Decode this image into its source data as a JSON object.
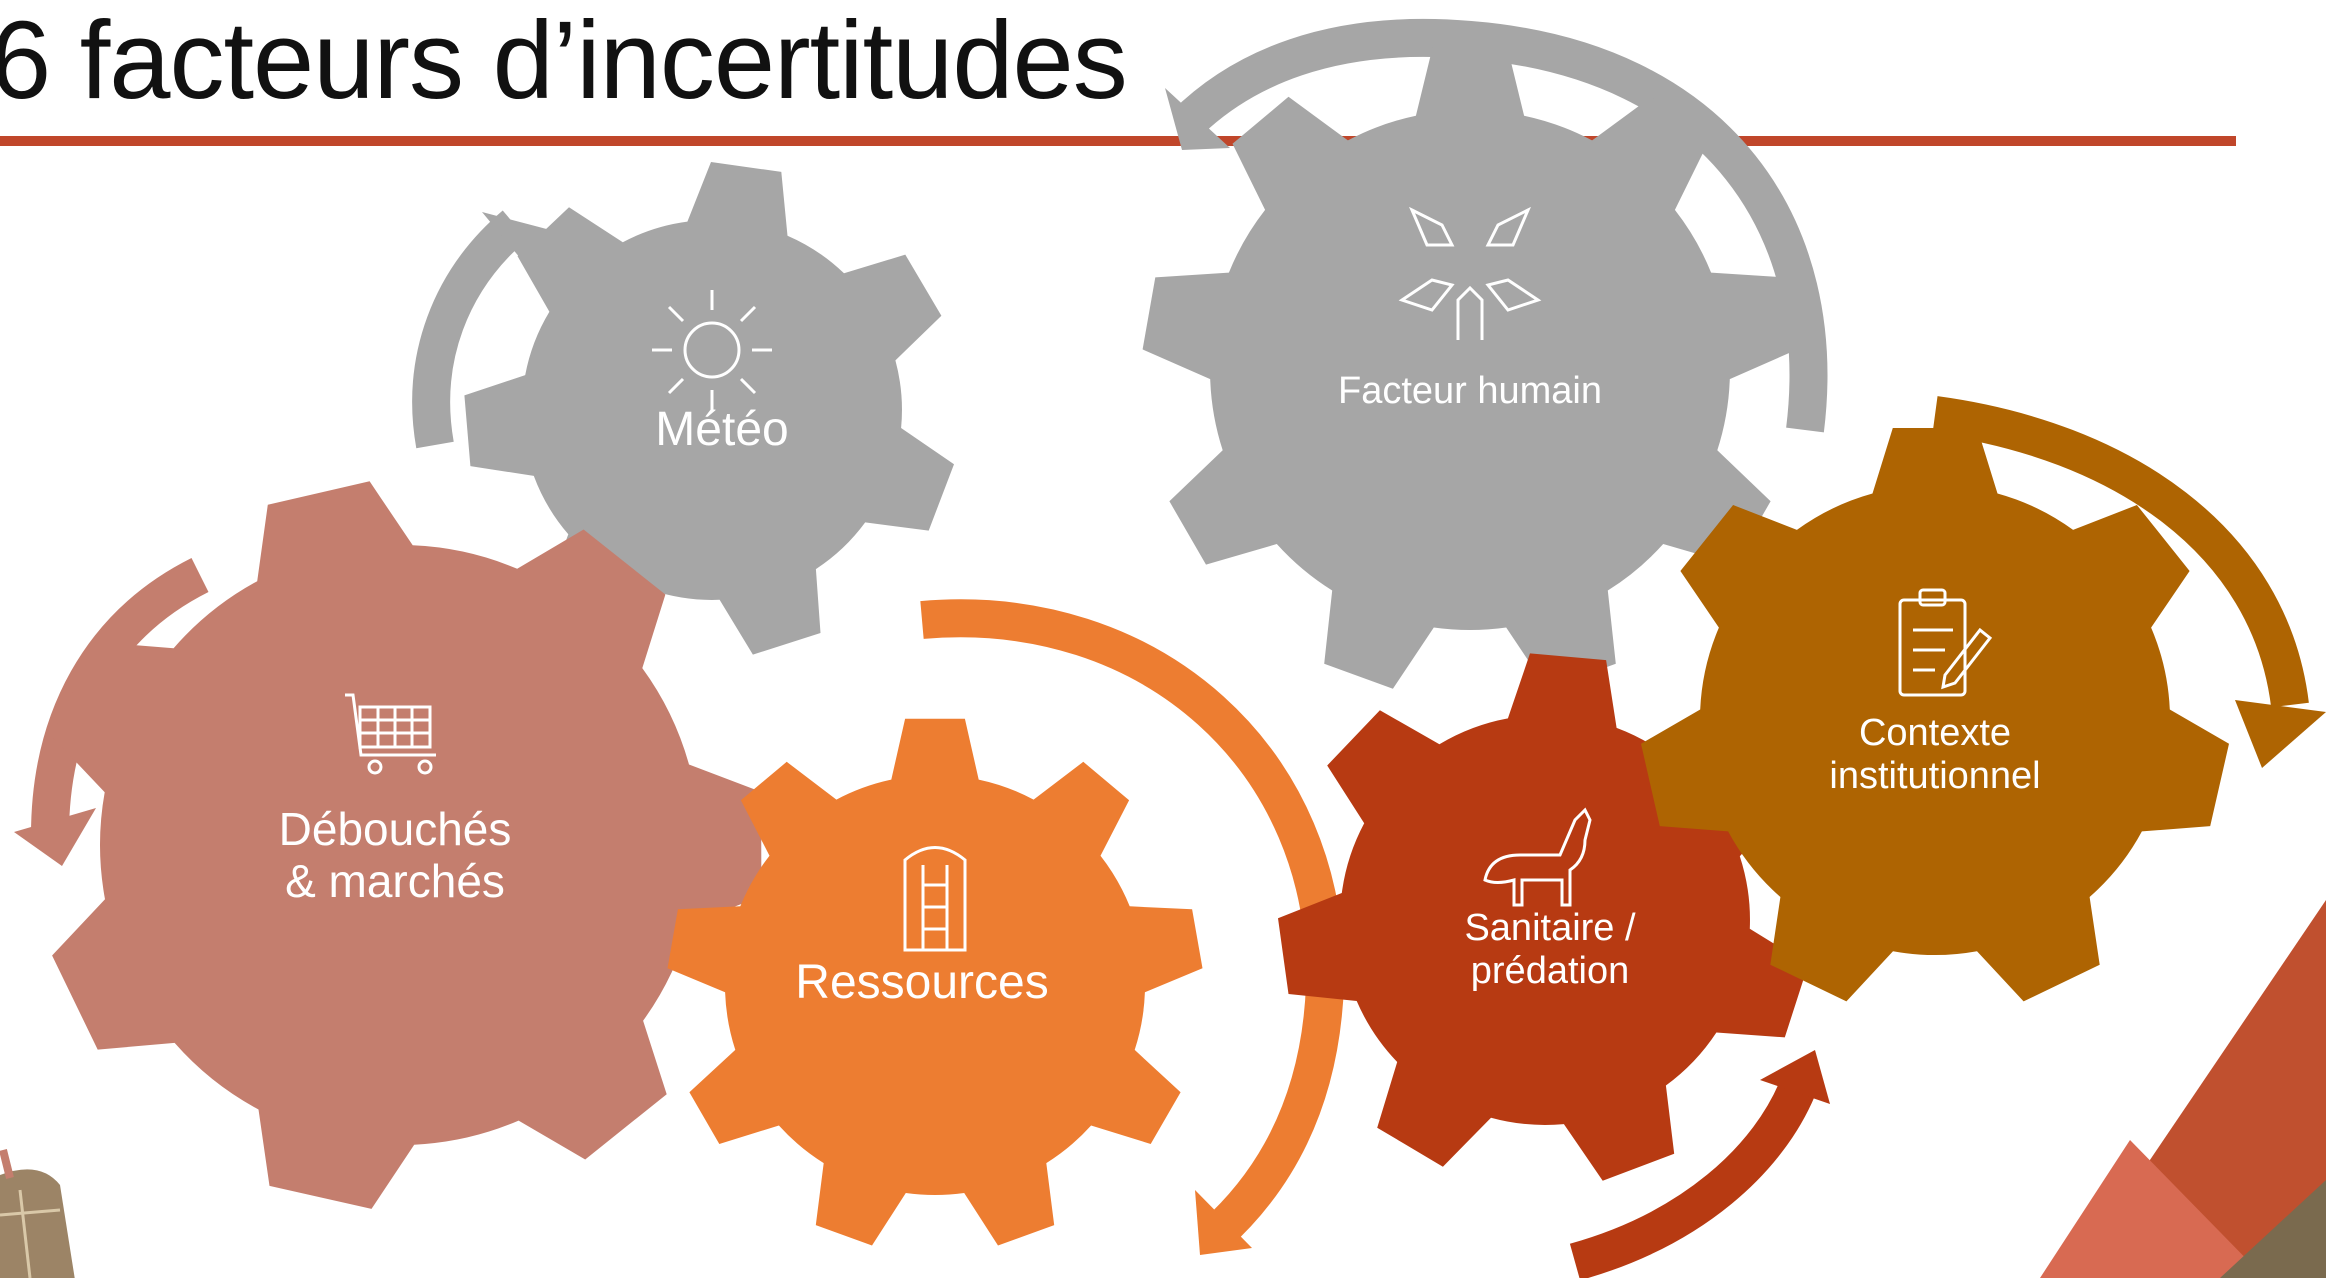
{
  "slide": {
    "title": "6 facteurs d’incertitudes"
  },
  "colors": {
    "title_rule": "#c0462a",
    "meteo": "#a6a6a6",
    "facteur_humain": "#a6a6a6",
    "debouches": "#c47e6e",
    "ressources": "#ed7d31",
    "sanitaire": "#b73a12",
    "contexte": "#ae6402"
  },
  "gears": [
    {
      "id": "meteo",
      "icon": "sun-icon",
      "lines": [
        "Météo"
      ]
    },
    {
      "id": "facteur-humain",
      "icon": "hands-icon",
      "lines": [
        "Facteur humain"
      ]
    },
    {
      "id": "debouches",
      "icon": "shopping-cart-icon",
      "lines": [
        "Débouchés",
        "& marchés"
      ]
    },
    {
      "id": "ressources",
      "icon": "silo-icon",
      "lines": [
        "Ressources"
      ]
    },
    {
      "id": "sanitaire",
      "icon": "wolf-icon",
      "lines": [
        "Sanitaire /",
        "prédation"
      ]
    },
    {
      "id": "contexte",
      "icon": "clipboard-icon",
      "lines": [
        "Contexte",
        "institutionnel"
      ]
    }
  ]
}
